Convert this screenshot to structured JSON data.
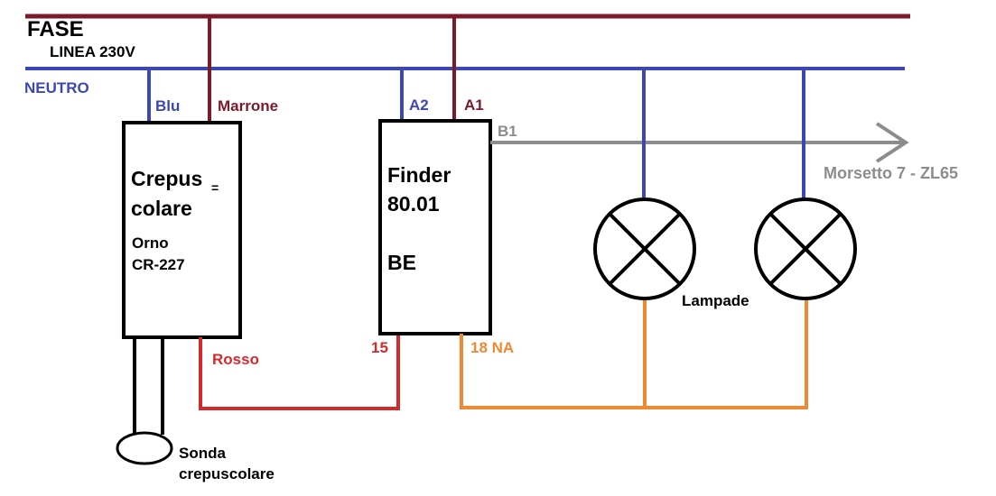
{
  "header": {
    "fase_label": "FASE",
    "linea_label": "LINEA 230V",
    "neutro_label": "NEUTRO"
  },
  "crepuscolare": {
    "title_line1": "Crepus",
    "hyphen": "=",
    "title_line2": "colare",
    "model_line1": "Orno",
    "model_line2": "CR-227",
    "wire_blu": "Blu",
    "wire_marrone": "Marrone",
    "wire_rosso": "Rosso",
    "sensor_line1": "Sonda",
    "sensor_line2": "crepuscolare"
  },
  "finder": {
    "title_line1": "Finder",
    "title_line2": "80.01",
    "title_line3": "BE",
    "pin_a2": "A2",
    "pin_a1": "A1",
    "pin_b1": "B1",
    "pin_15": "15",
    "pin_18": "18 NA"
  },
  "output": {
    "morsetto_label": "Morsetto 7 - ZL65"
  },
  "lamps": {
    "label": "Lampade"
  },
  "colors": {
    "fase": "#7b1b2a",
    "neutro": "#3b47b5",
    "rosso": "#d42a2e",
    "arancio": "#ef8a34",
    "grigio": "#8c8c8c",
    "black": "#000000"
  }
}
